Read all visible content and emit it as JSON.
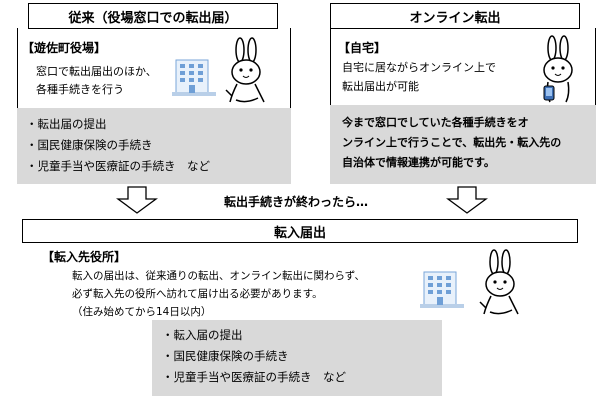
{
  "left_panel": {
    "header": "従来（役場窓口での転出届）",
    "office_label": "【遊佐町役場】",
    "desc": [
      "窓口で転出届出のほか、",
      "各種手続きを行う"
    ],
    "items": [
      "・転出届の提出",
      "・国民健康保険の手続き",
      "・児童手当や医療証の手続き　など"
    ]
  },
  "right_panel": {
    "header": "オンライン転出",
    "home_label": "【自宅】",
    "desc": [
      "自宅に居ながらオンライン上で",
      "転出届出が可能"
    ],
    "info": [
      "今まで窓口でしていた各種手続きをオ",
      "ンライン上で行うことで、転出先・転入先の",
      "自治体で情報連携が可能です。"
    ]
  },
  "transition_text": "転出手続きが終わったら…",
  "bottom_panel": {
    "header": "転入届出",
    "office_label": "【転入先役所】",
    "desc": [
      "転入の届出は、従来通りの転出、オンライン転出に関わらず、",
      "必ず転入先の役所へ訪れて届け出る必要があります。",
      "（住み始めてから14日以内）"
    ],
    "items": [
      "・転入届の提出",
      "・国民健康保険の手続き",
      "・児童手当や医療証の手続き　など"
    ]
  }
}
